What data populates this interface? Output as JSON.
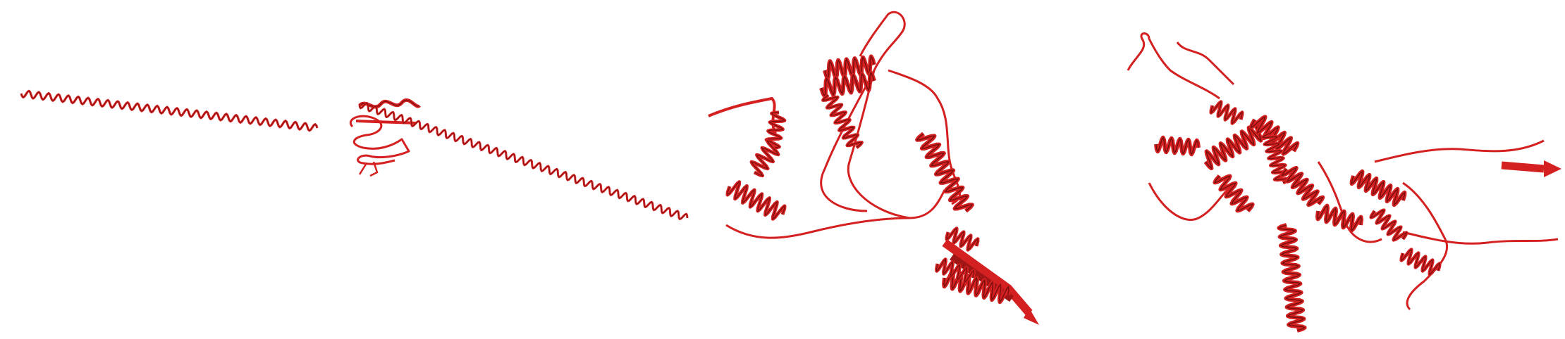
{
  "image": {
    "background": "#ffffff",
    "structures": [
      {
        "name": "structure-1",
        "style": "single-long-helix",
        "color": "#d42020"
      },
      {
        "name": "structure-2",
        "style": "small-domain-with-long-helix",
        "color": "#d42020"
      },
      {
        "name": "structure-3",
        "style": "helices-loops-beta-sheet",
        "color": "#d42020"
      },
      {
        "name": "structure-4",
        "style": "helix-bundle-with-loops",
        "color": "#d42020"
      }
    ],
    "dark_shade": "#7a0f0f"
  }
}
